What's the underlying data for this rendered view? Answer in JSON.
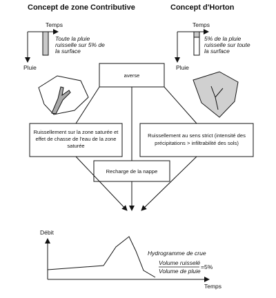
{
  "titles": {
    "left": "Concept de zone Contributive",
    "right": "Concept d'Horton"
  },
  "left_inset": {
    "time_label": "Temps",
    "rain_label": "Pluie",
    "caption_lines": [
      "Toute la pluie",
      "ruisselle sur 5% de",
      "la surface"
    ]
  },
  "right_inset": {
    "time_label": "Temps",
    "rain_label": "Pluie",
    "caption_lines": [
      "5% de la pluie",
      "ruisselle sur toute",
      "la surface"
    ]
  },
  "boxes": {
    "averse": "averse",
    "saturated": [
      "Ruissellement sur la zone saturée et",
      "effet de chasse de l'eau de la zone",
      "saturée"
    ],
    "strict": [
      "Ruissellement au sens strict (intensité des",
      "précipitations > infiltrabilité des sols)"
    ],
    "recharge": "Recharge de la nappe"
  },
  "hydrograph": {
    "ylabel": "Débit",
    "xlabel": "Temps",
    "curve_label": "Hydrogramme de crue",
    "ratio_numerator": "Volume ruisselé",
    "ratio_denominator": "Volume de pluie",
    "ratio_value": "=5%"
  }
}
